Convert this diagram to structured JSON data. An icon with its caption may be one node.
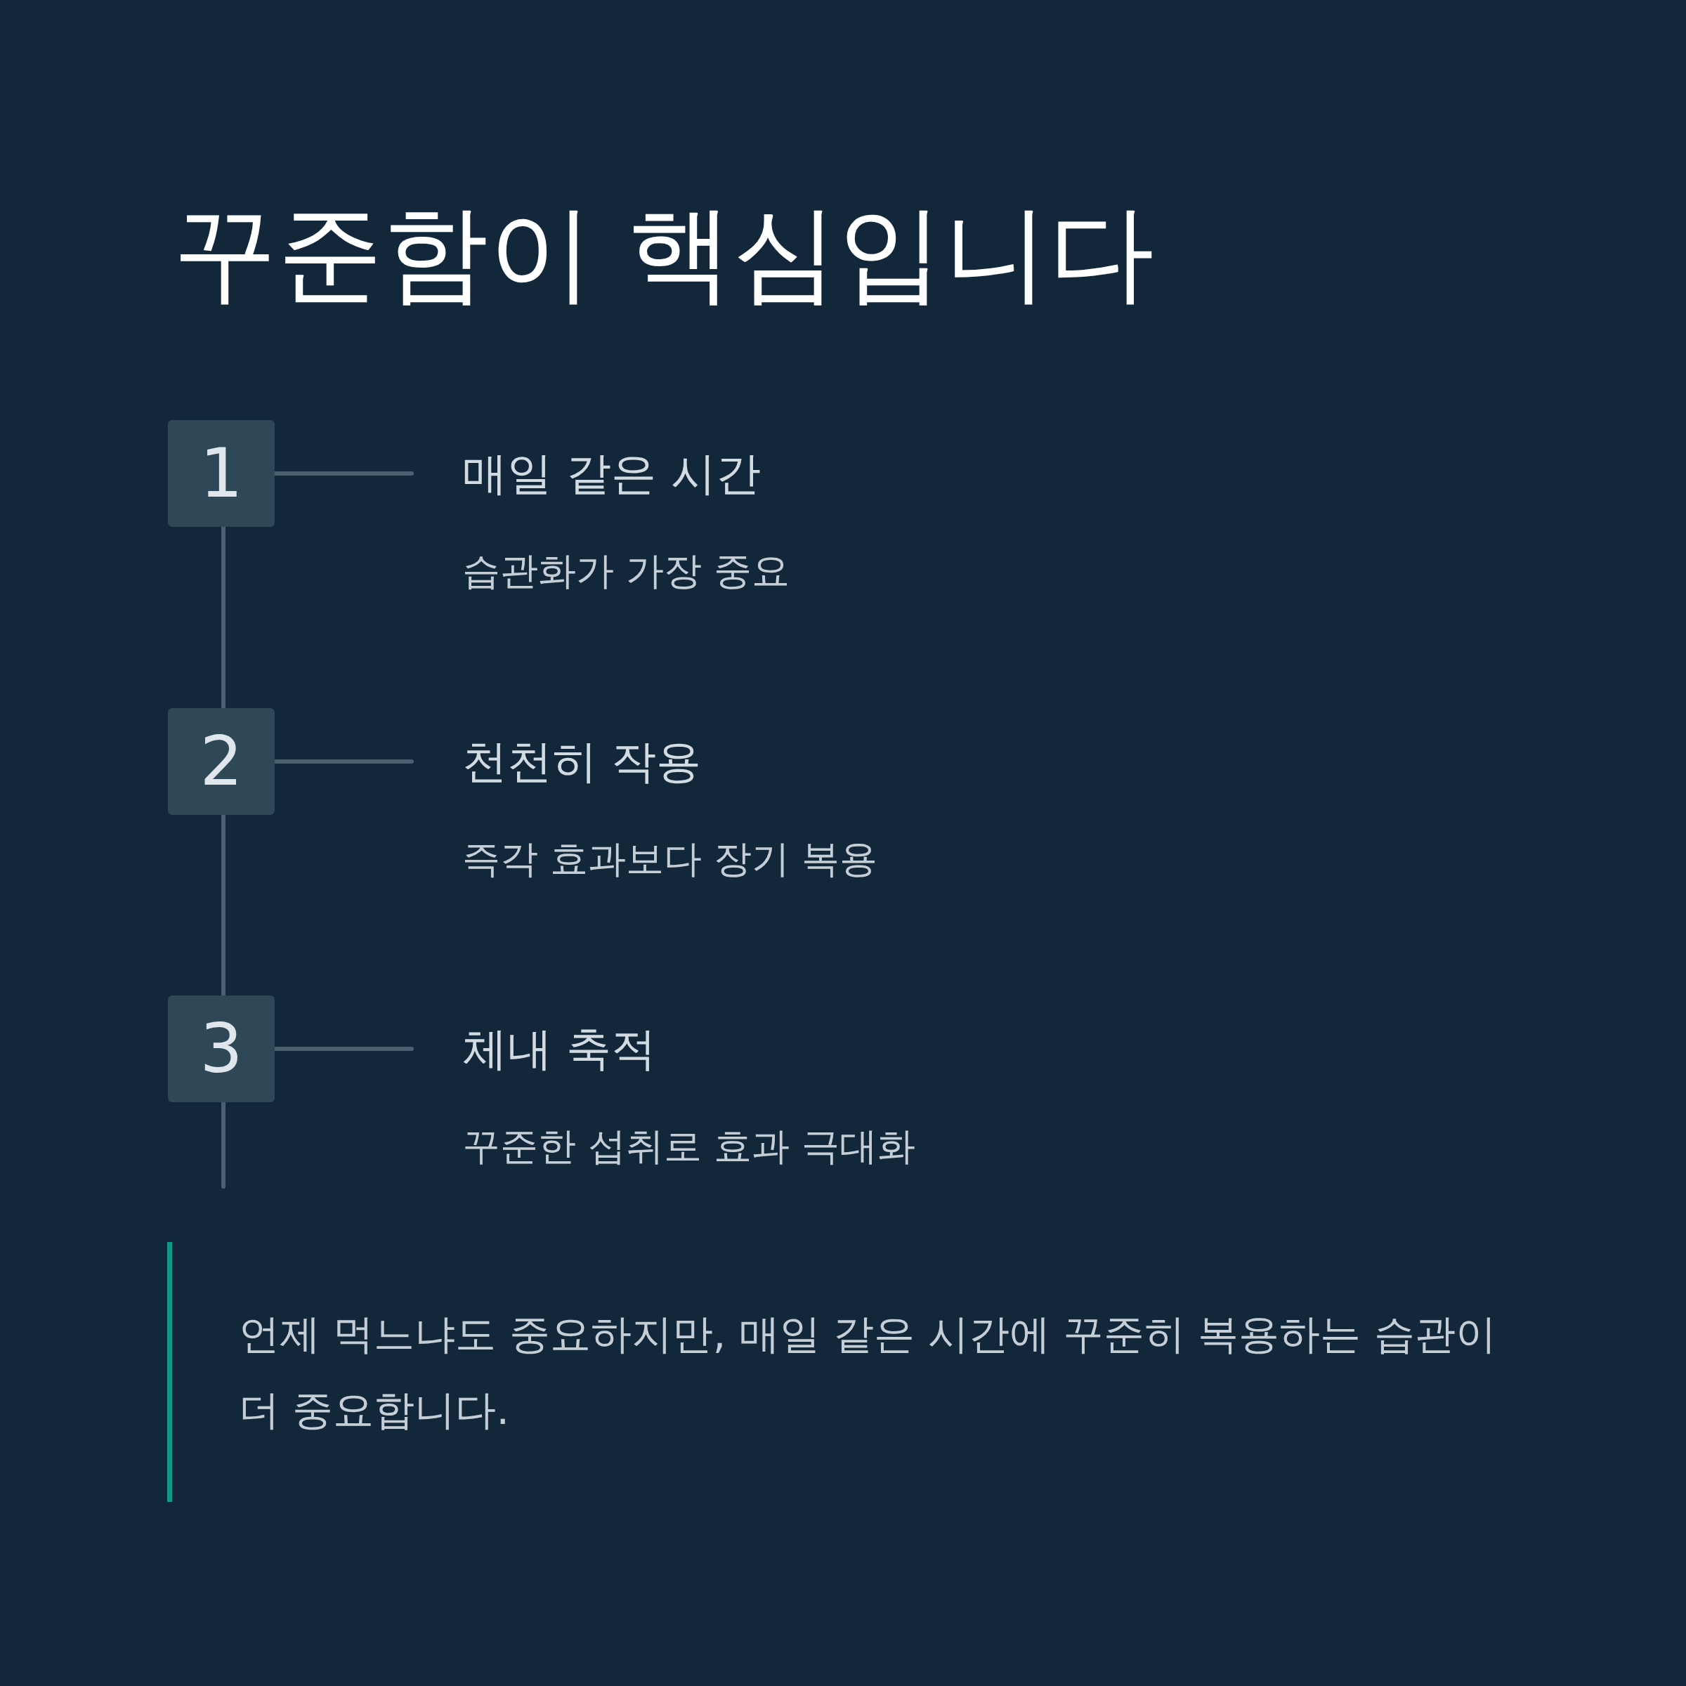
{
  "diagram": {
    "title": "꾸준함이 핵심입니다",
    "nodes": [
      {
        "text": [
          "1"
        ]
      },
      {
        "text": [
          "매일 같은 시간",
          "습관화가 가장 중요"
        ]
      },
      {
        "text": [
          "2"
        ]
      },
      {
        "text": [
          "천천히 작용",
          "즉각 효과보다 장기 복용"
        ]
      },
      {
        "text": [
          "3"
        ]
      },
      {
        "text": [
          "체내 축적",
          "꾸준한 섭취로 효과 극대화"
        ]
      }
    ],
    "edges": [
      {
        "from": 0,
        "to": 1,
        "arrow": "none"
      },
      {
        "from": 0,
        "to": 2,
        "arrow": "none"
      },
      {
        "from": 2,
        "to": 3,
        "arrow": "none"
      },
      {
        "from": 2,
        "to": 4,
        "arrow": "none"
      },
      {
        "from": 4,
        "to": 5,
        "arrow": "none"
      },
      {
        "from": 4,
        "to": null,
        "arrow": "none"
      }
    ],
    "labels": [
      "언제 먹느냐도 중요하지만, 매일 같은 시간에 꾸준히 복용하는 습관이 더 중요합니다."
    ]
  }
}
